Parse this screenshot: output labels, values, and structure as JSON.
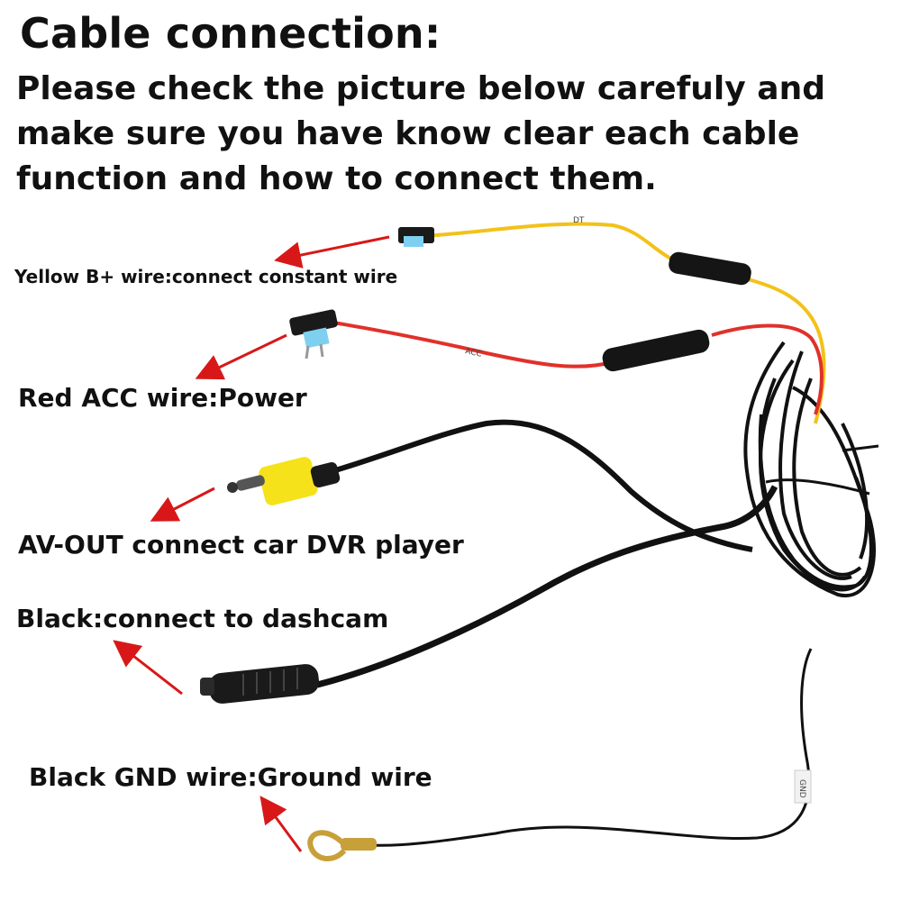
{
  "header": {
    "title": "Cable connection:",
    "description_lines": [
      "Please check the picture below carefuly and",
      "make sure you have know clear each cable",
      "function and how to connect them."
    ]
  },
  "callouts": {
    "yellow": "Yellow B+ wire:connect constant wire",
    "red": "Red ACC wire:Power",
    "av_out": "AV-OUT connect car DVR player",
    "black": "Black:connect to dashcam",
    "gnd": "Black GND wire:Ground wire"
  },
  "wire_tags": {
    "yellow": "DT",
    "red": "ACC",
    "gnd": "GND"
  },
  "colors": {
    "arrow": "#d81818",
    "yellow_wire": "#f2c21a",
    "red_wire": "#e0312a",
    "black_wire": "#111111",
    "rca_yellow": "#f5e21b",
    "fuse_blue": "#7fd0f0",
    "gold": "#c8a03a"
  }
}
